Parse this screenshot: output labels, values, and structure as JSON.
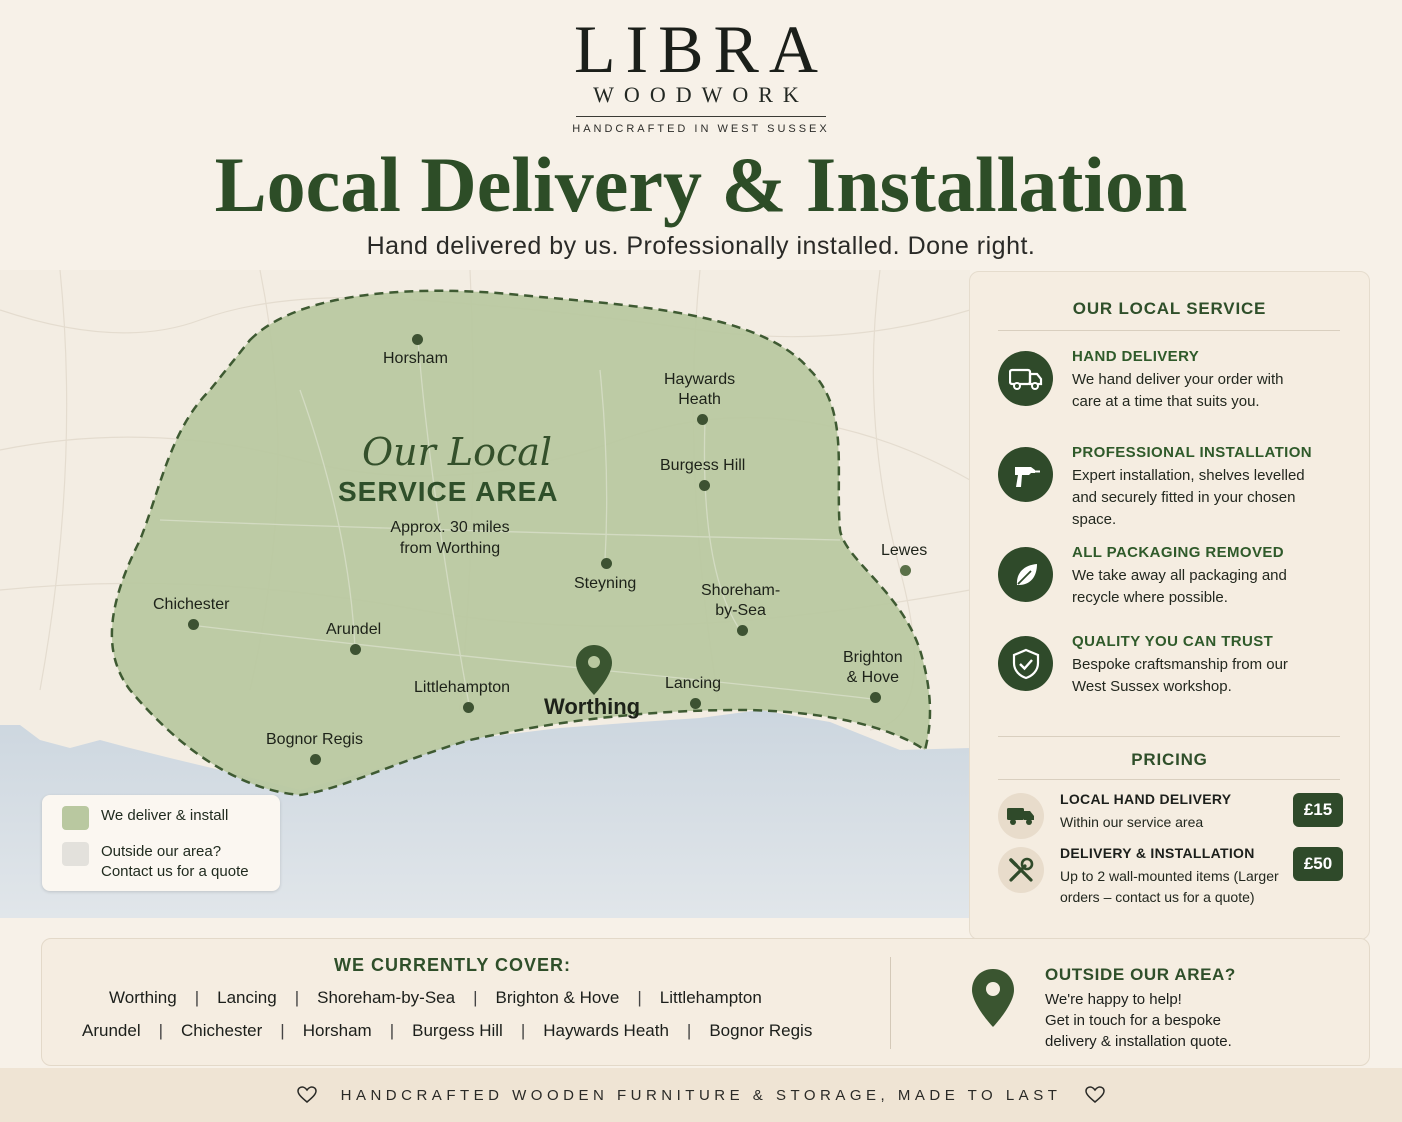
{
  "brand": {
    "name": "LIBRA",
    "sub": "WOODWORK",
    "tagline": "HANDCRAFTED IN WEST SUSSEX"
  },
  "headline": "Local Delivery & Installation",
  "subheadline": "Hand delivered by us. Professionally installed. Done right.",
  "map": {
    "script_title": "Our Local",
    "title": "SERVICE AREA",
    "approx_line1": "Approx. 30 miles",
    "approx_line2": "from Worthing",
    "towns": {
      "horsham": "Horsham",
      "haywards_1": "Haywards",
      "haywards_2": "Heath",
      "burgess_hill": "Burgess Hill",
      "lewes": "Lewes",
      "steyning": "Steyning",
      "shoreham_1": "Shoreham-",
      "shoreham_2": "by-Sea",
      "chichester": "Chichester",
      "arundel": "Arundel",
      "brighton_1": "Brighton",
      "brighton_2": "& Hove",
      "littlehampton": "Littlehampton",
      "lancing": "Lancing",
      "worthing": "Worthing",
      "bognor": "Bognor Regis"
    },
    "colors": {
      "service_area": "#b9c8a0",
      "sea": "#d4dce3",
      "land": "#f3ede3",
      "pin": "#3a5530"
    }
  },
  "legend": {
    "inside": "We deliver & install",
    "outside_1": "Outside our area?",
    "outside_2": "Contact us for a quote"
  },
  "panel": {
    "service_heading": "OUR LOCAL SERVICE",
    "features": [
      {
        "icon": "truck-icon",
        "title": "HAND DELIVERY",
        "text": "We hand deliver your order with care at a time that suits you."
      },
      {
        "icon": "drill-icon",
        "title": "PROFESSIONAL INSTALLATION",
        "text": "Expert installation, shelves levelled and securely fitted in your chosen space."
      },
      {
        "icon": "leaf-icon",
        "title": "ALL PACKAGING REMOVED",
        "text": "We take away all packaging and recycle where possible."
      },
      {
        "icon": "shield-check-icon",
        "title": "QUALITY YOU CAN TRUST",
        "text": "Bespoke craftsmanship from our West Sussex workshop."
      }
    ],
    "pricing_heading": "PRICING",
    "prices": [
      {
        "icon": "truck-icon",
        "title": "LOCAL HAND DELIVERY",
        "text": "Within our service area",
        "price": "£15"
      },
      {
        "icon": "tools-icon",
        "title": "DELIVERY & INSTALLATION",
        "text": "Up to 2 wall-mounted items (Larger orders – contact us for a quote)",
        "price": "£50"
      }
    ]
  },
  "coverage": {
    "title": "WE CURRENTLY COVER:",
    "row1": [
      "Worthing",
      "Lancing",
      "Shoreham-by-Sea",
      "Brighton & Hove",
      "Littlehampton"
    ],
    "row2": [
      "Arundel",
      "Chichester",
      "Horsham",
      "Burgess Hill",
      "Haywards Heath",
      "Bognor Regis"
    ],
    "separator": "|"
  },
  "outside": {
    "title": "OUTSIDE OUR AREA?",
    "line1": "We're happy to help!",
    "line2": "Get in touch for a bespoke",
    "line3": "delivery & installation quote."
  },
  "footer": {
    "text": "HANDCRAFTED WOODEN FURNITURE & STORAGE, MADE TO LAST",
    "icon": "heart-icon"
  }
}
